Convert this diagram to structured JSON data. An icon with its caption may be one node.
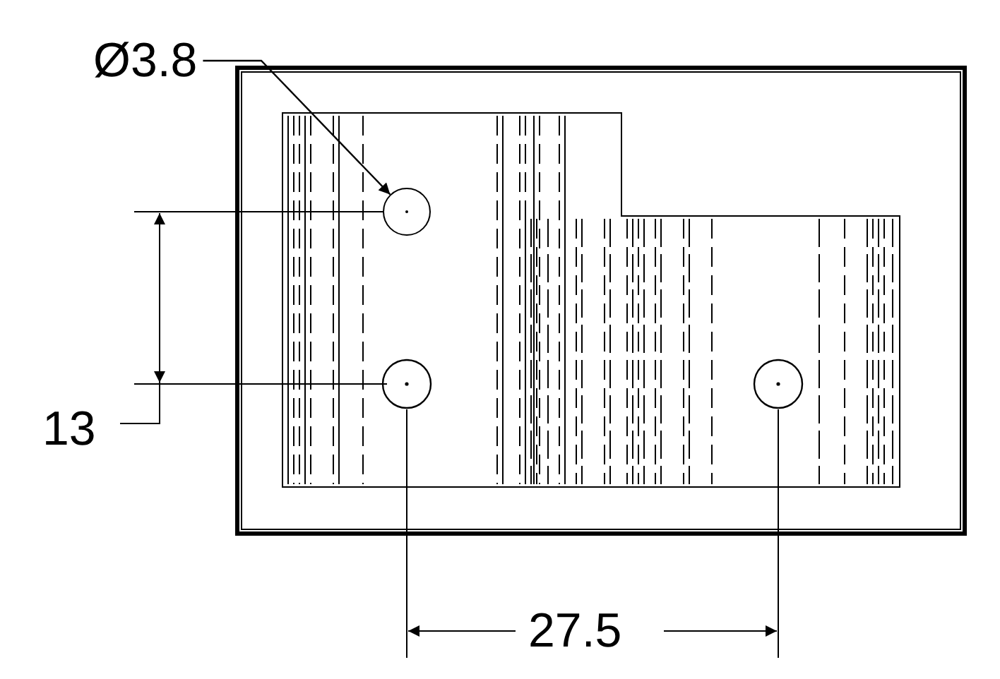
{
  "diagram": {
    "nodes": [
      {
        "text": [
          "Ø3.8"
        ]
      },
      {
        "text": [],
        "shape": "circle"
      }
    ],
    "edges": [
      {
        "from": 0,
        "to": 1,
        "arrow": "to"
      }
    ],
    "labels": [
      "13",
      "27.5"
    ]
  }
}
